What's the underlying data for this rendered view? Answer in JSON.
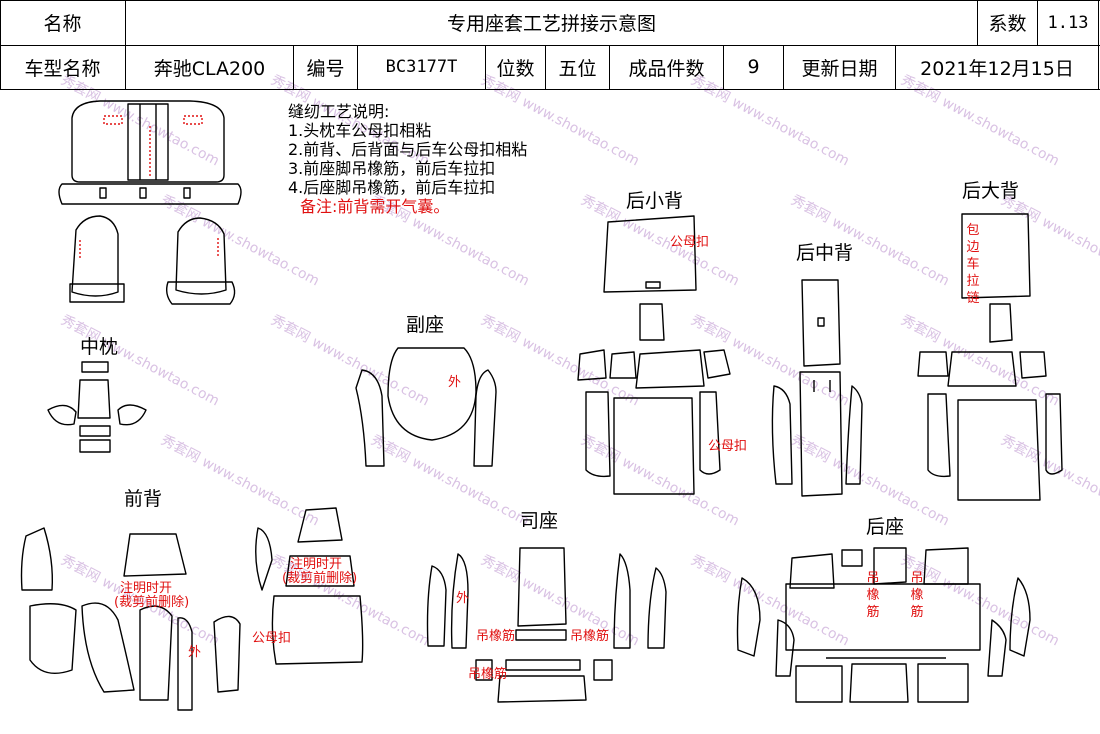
{
  "header": {
    "name_label": "名称",
    "title": "专用座套工艺拼接示意图",
    "coef_label": "系数",
    "coef_value": "1.13",
    "model_label": "车型名称",
    "model_value": "奔驰CLA200",
    "code_label": "编号",
    "code_value": "BC3177T",
    "seats_label": "位数",
    "seats_value": "五位",
    "pieces_label": "成品件数",
    "pieces_value": "9",
    "date_label": "更新日期",
    "date_value": "2021年12月15日"
  },
  "notes": {
    "heading": "缝纫工艺说明:",
    "items": [
      "1.头枕车公母扣相粘",
      "2.前背、后背面与后车公母扣相粘",
      "3.前座脚吊橡筋，前后车拉扣",
      "4.后座脚吊橡筋，前后车拉扣"
    ],
    "remark": "备注:前背需开气囊。"
  },
  "sections": {
    "headrest": "中枕",
    "passenger": "副座",
    "rear_small_back": "后小背",
    "rear_middle_back": "后中背",
    "rear_big_back": "后大背",
    "front_back": "前背",
    "driver": "司座",
    "rear_seat": "后座"
  },
  "annotations": {
    "snap_1": "公母扣",
    "snap_2": "公母扣",
    "snap_3": "公母扣",
    "outer_1": "外",
    "outer_2": "外",
    "outer_3": "外",
    "zipper_vertical": "包边车拉链",
    "airbag_1a": "注明时开",
    "airbag_1b": "(裁剪前删除)",
    "airbag_2a": "注明时开",
    "airbag_2b": "(裁剪前删除)",
    "elastic_1": "吊橡筋",
    "elastic_2": "吊橡筋",
    "elastic_3": "吊橡筋",
    "elastic_v1": "吊橡筋",
    "elastic_v2": "吊橡筋"
  },
  "watermark": {
    "a": "www.showtao.com",
    "b": "秀套网"
  }
}
